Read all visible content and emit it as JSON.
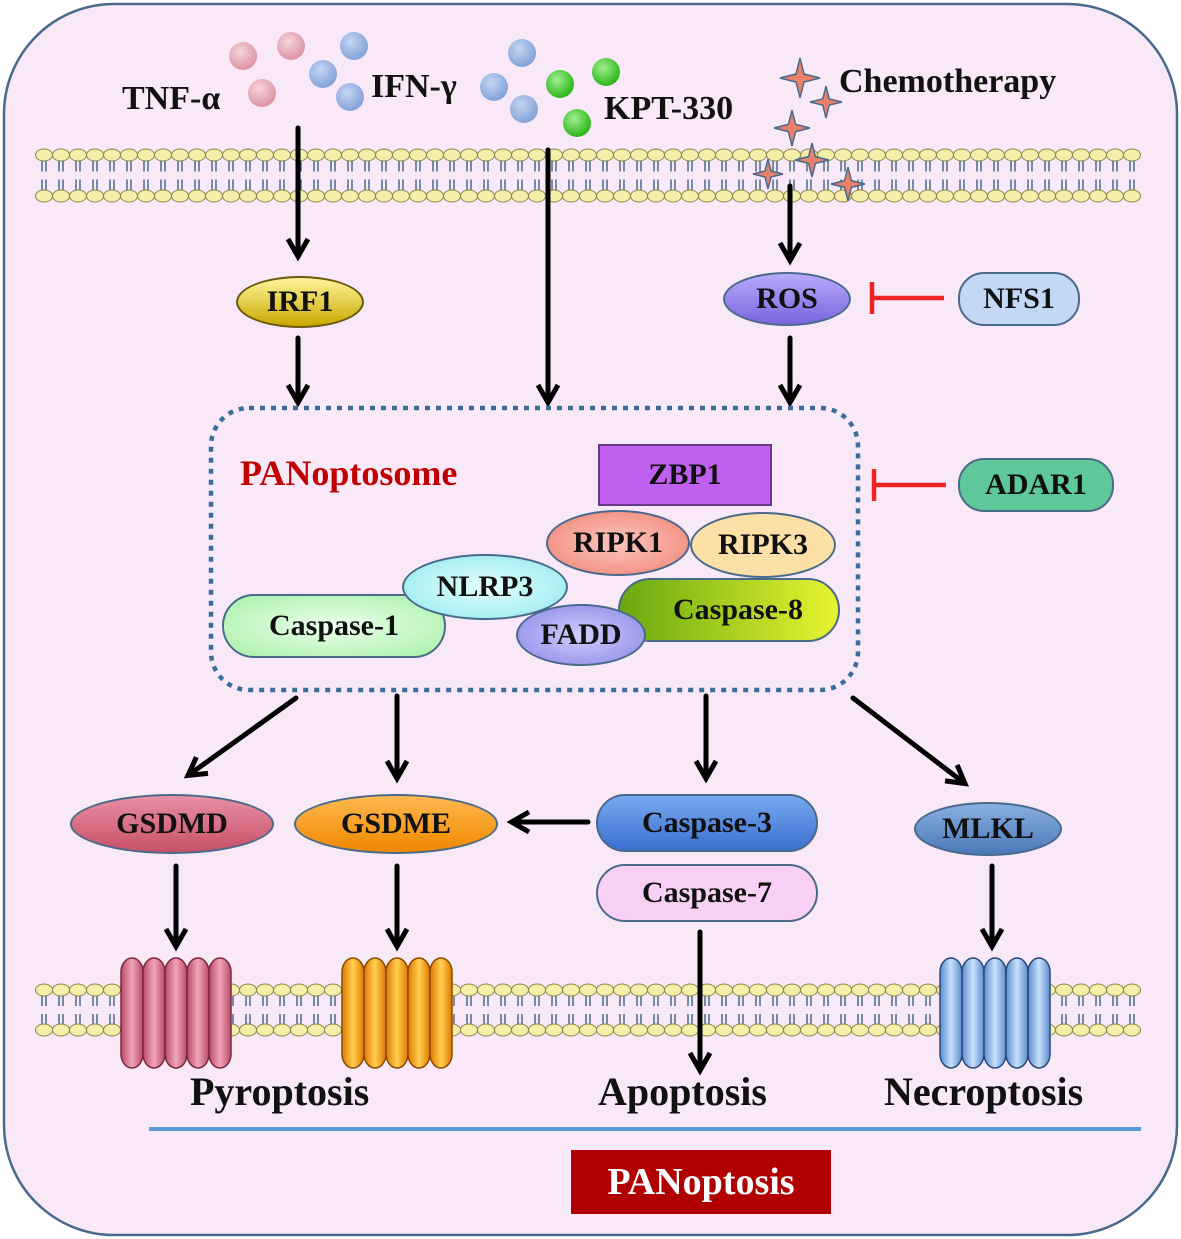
{
  "stimuli": {
    "tnf": "TNF-α",
    "ifn": "IFN-γ",
    "kpt": "KPT-330",
    "chemo": "Chemotherapy"
  },
  "mediators": {
    "irf1": "IRF1",
    "ros": "ROS",
    "nfs1": "NFS1",
    "adar1": "ADAR1"
  },
  "complex": {
    "title": "PANoptosome",
    "zbp1": "ZBP1",
    "ripk1": "RIPK1",
    "ripk3": "RIPK3",
    "nlrp3": "NLRP3",
    "caspase1": "Caspase-1",
    "caspase8": "Caspase-8",
    "fadd": "FADD"
  },
  "effectors": {
    "gsdmd": "GSDMD",
    "gsdme": "GSDME",
    "caspase3": "Caspase-3",
    "caspase7": "Caspase-7",
    "mlkl": "MLKL"
  },
  "outcomes": {
    "pyroptosis": "Pyroptosis",
    "apoptosis": "Apoptosis",
    "necroptosis": "Necroptosis",
    "panoptosis": "PANoptosis"
  },
  "colors": {
    "cell_fill": "#f8e8f8",
    "cell_border": "#4a6a8c",
    "membrane_head": "#f4eeaa",
    "dots_tnf": "#e3a3b0",
    "dots_ifn": "#93add9",
    "dots_kpt": "#33cc22",
    "star": "#e8806a",
    "complex_border": "#3a6e9a",
    "complex_title": "#c00000",
    "inhibition": "#ee2222",
    "irf1": "#d4b800",
    "ros": "#8878e8",
    "nfs1": "#c2d8f4",
    "adar1": "#5ec898",
    "zbp1": "#c060f0",
    "ripk1": "#f09088",
    "ripk3": "#fce0a8",
    "nlrp3": "#a8f0f0",
    "caspase1": "#c0f8c0",
    "caspase8": "#a8d800",
    "fadd": "#9a98ee",
    "gsdmd": "#d86880",
    "gsdme": "#f89820",
    "caspase3": "#4a86e0",
    "caspase7": "#f8d0f4",
    "mlkl": "#5b8cc8",
    "baseline": "#5b9bd5",
    "panoptosis_bg": "#b00000"
  }
}
